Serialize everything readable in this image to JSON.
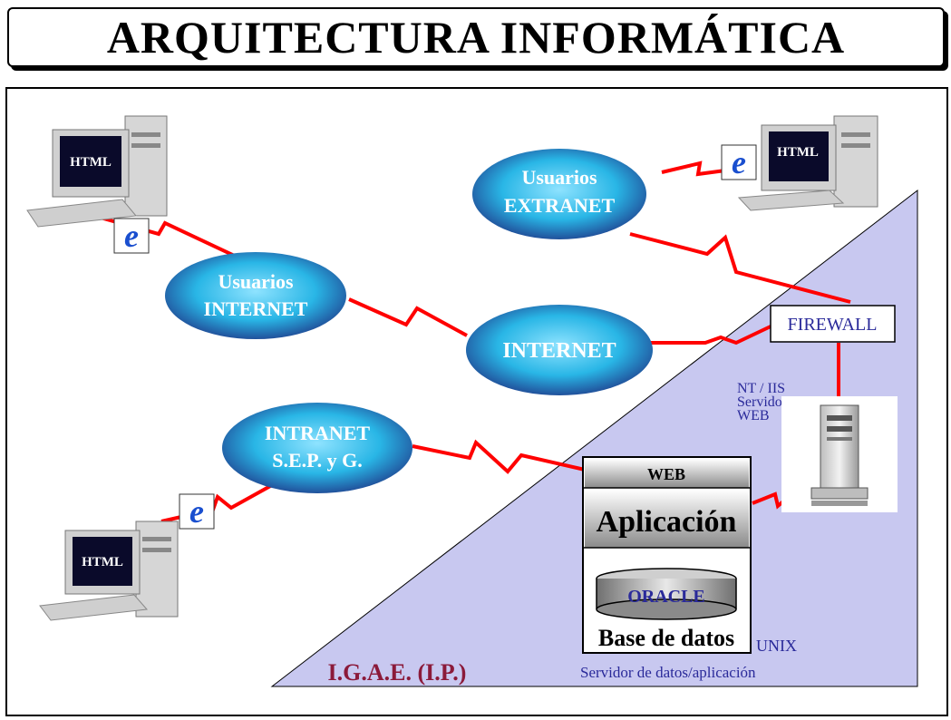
{
  "title": "ARQUITECTURA INFORMÁTICA",
  "clouds": {
    "usuarios_internet": [
      "Usuarios",
      "INTERNET"
    ],
    "usuarios_extranet": [
      "Usuarios",
      "EXTRANET"
    ],
    "internet": "INTERNET",
    "intranet": [
      "INTRANET",
      "S.E.P. y G."
    ]
  },
  "computers": {
    "label": "HTML"
  },
  "firewall": "FIREWALL",
  "web_server": [
    "NT / IIS",
    "Servidor",
    "WEB"
  ],
  "stack": {
    "web": "WEB",
    "app": "Aplicación",
    "db_engine": "ORACLE",
    "db": "Base de datos"
  },
  "unix": "UNIX",
  "data_server": "Servidor de datos/aplicación",
  "org": "I.G.A.E. (I.P.)",
  "colors": {
    "zone": "#c8c8f0",
    "link": "#ff0000",
    "cloud": "#29b6e6",
    "org_text": "#8b1a3a",
    "server_text": "#2a2a9a"
  }
}
